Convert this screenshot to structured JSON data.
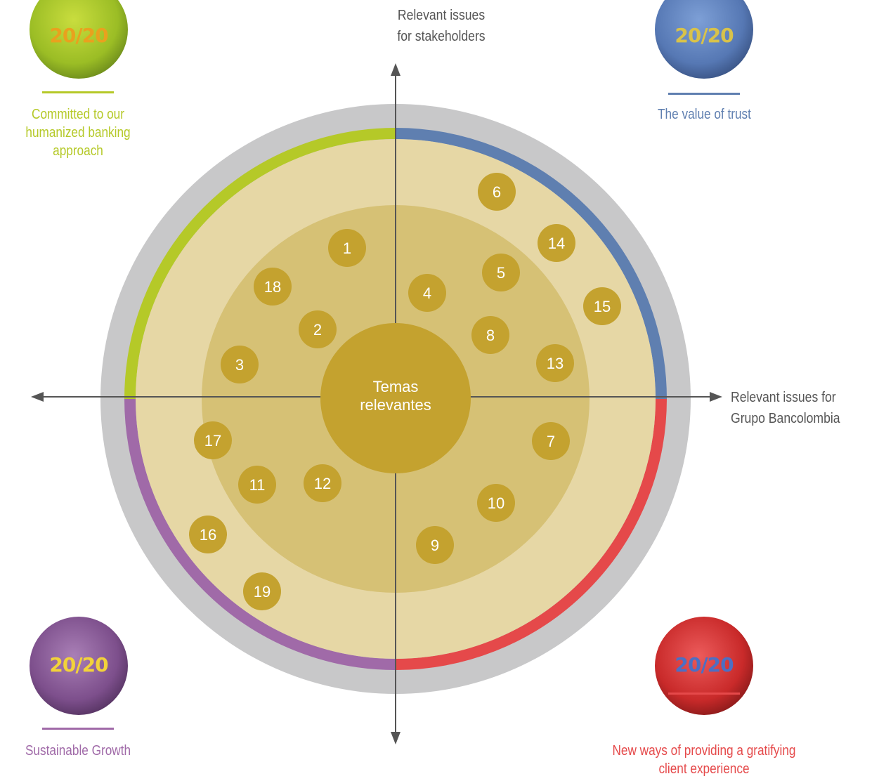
{
  "axes": {
    "vertical_label_line1": "Relevant issues",
    "vertical_label_line2": "for stakeholders",
    "horizontal_label_line1": "Relevant issues for",
    "horizontal_label_line2": "Grupo Bancolombia"
  },
  "center": {
    "line1": "Temas",
    "line2": "relevantes"
  },
  "quadrants": {
    "top_left": {
      "label_line1": "Committed to our",
      "label_line2": "humanized banking",
      "label_line3": "approach",
      "color": "#b5c928",
      "badge_text": "20/20"
    },
    "top_right": {
      "label_line1": "The value of trust",
      "color": "#5f7fb0",
      "badge_text": "20/20"
    },
    "bottom_left": {
      "label_line1": "Sustainable Growth",
      "color": "#a06aa8",
      "badge_text": "20/20"
    },
    "bottom_right": {
      "label_line1": "New ways of providing a gratifying",
      "label_line2": "client experience",
      "color": "#e5494a",
      "badge_text": "20/20"
    }
  },
  "issues": [
    "1",
    "2",
    "3",
    "4",
    "5",
    "6",
    "7",
    "8",
    "9",
    "10",
    "11",
    "12",
    "13",
    "14",
    "15",
    "16",
    "17",
    "18",
    "19"
  ]
}
